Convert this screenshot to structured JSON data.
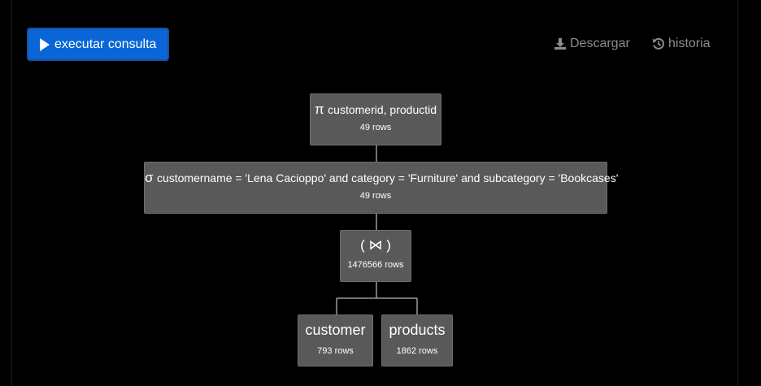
{
  "toolbar": {
    "run_label": "executar consulta",
    "download_label": "Descargar",
    "history_label": "historia"
  },
  "colors": {
    "background": "#000000",
    "run_button": "#0a66d6",
    "node_fill": "#595959",
    "edge": "#9a9a9a",
    "muted_link": "#8c8c8c"
  },
  "tree": {
    "projection": {
      "symbol": "π",
      "expression": "customerid, productid",
      "rows": "49 rows"
    },
    "selection": {
      "symbol": "σ",
      "expression": "customername = 'Lena Cacioppo' and category = 'Furniture' and subcategory = 'Bookcases'",
      "rows": "49 rows"
    },
    "join": {
      "symbol": "( ⋈ )",
      "rows": "1476566 rows"
    },
    "customer": {
      "name": "customer",
      "rows": "793 rows"
    },
    "products": {
      "name": "products",
      "rows": "1862 rows"
    }
  }
}
